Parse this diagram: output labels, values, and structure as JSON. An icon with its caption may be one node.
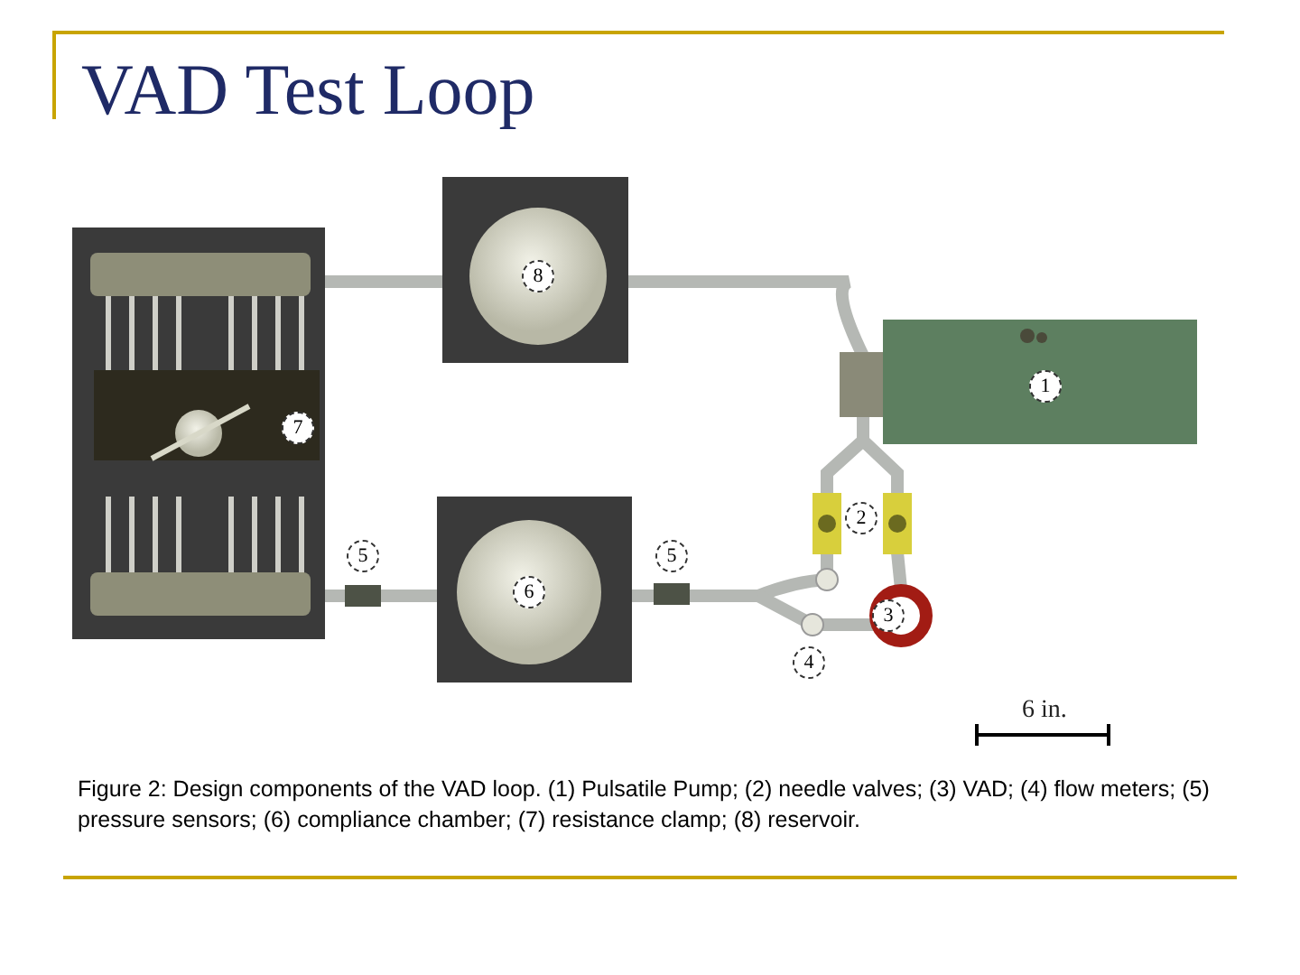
{
  "diagram": {
    "title": "VAD Test Loop",
    "caption": "Figure 2:  Design components of the VAD loop. (1) Pulsatile Pump; (2) needle valves; (3) VAD; (4) flow meters; (5) pressure sensors; (6) compliance chamber; (7) resistance clamp; (8) reservoir.",
    "labels": [
      "8",
      "1",
      "7",
      "2",
      "5",
      "6",
      "5",
      "3",
      "4",
      "6 in."
    ]
  }
}
